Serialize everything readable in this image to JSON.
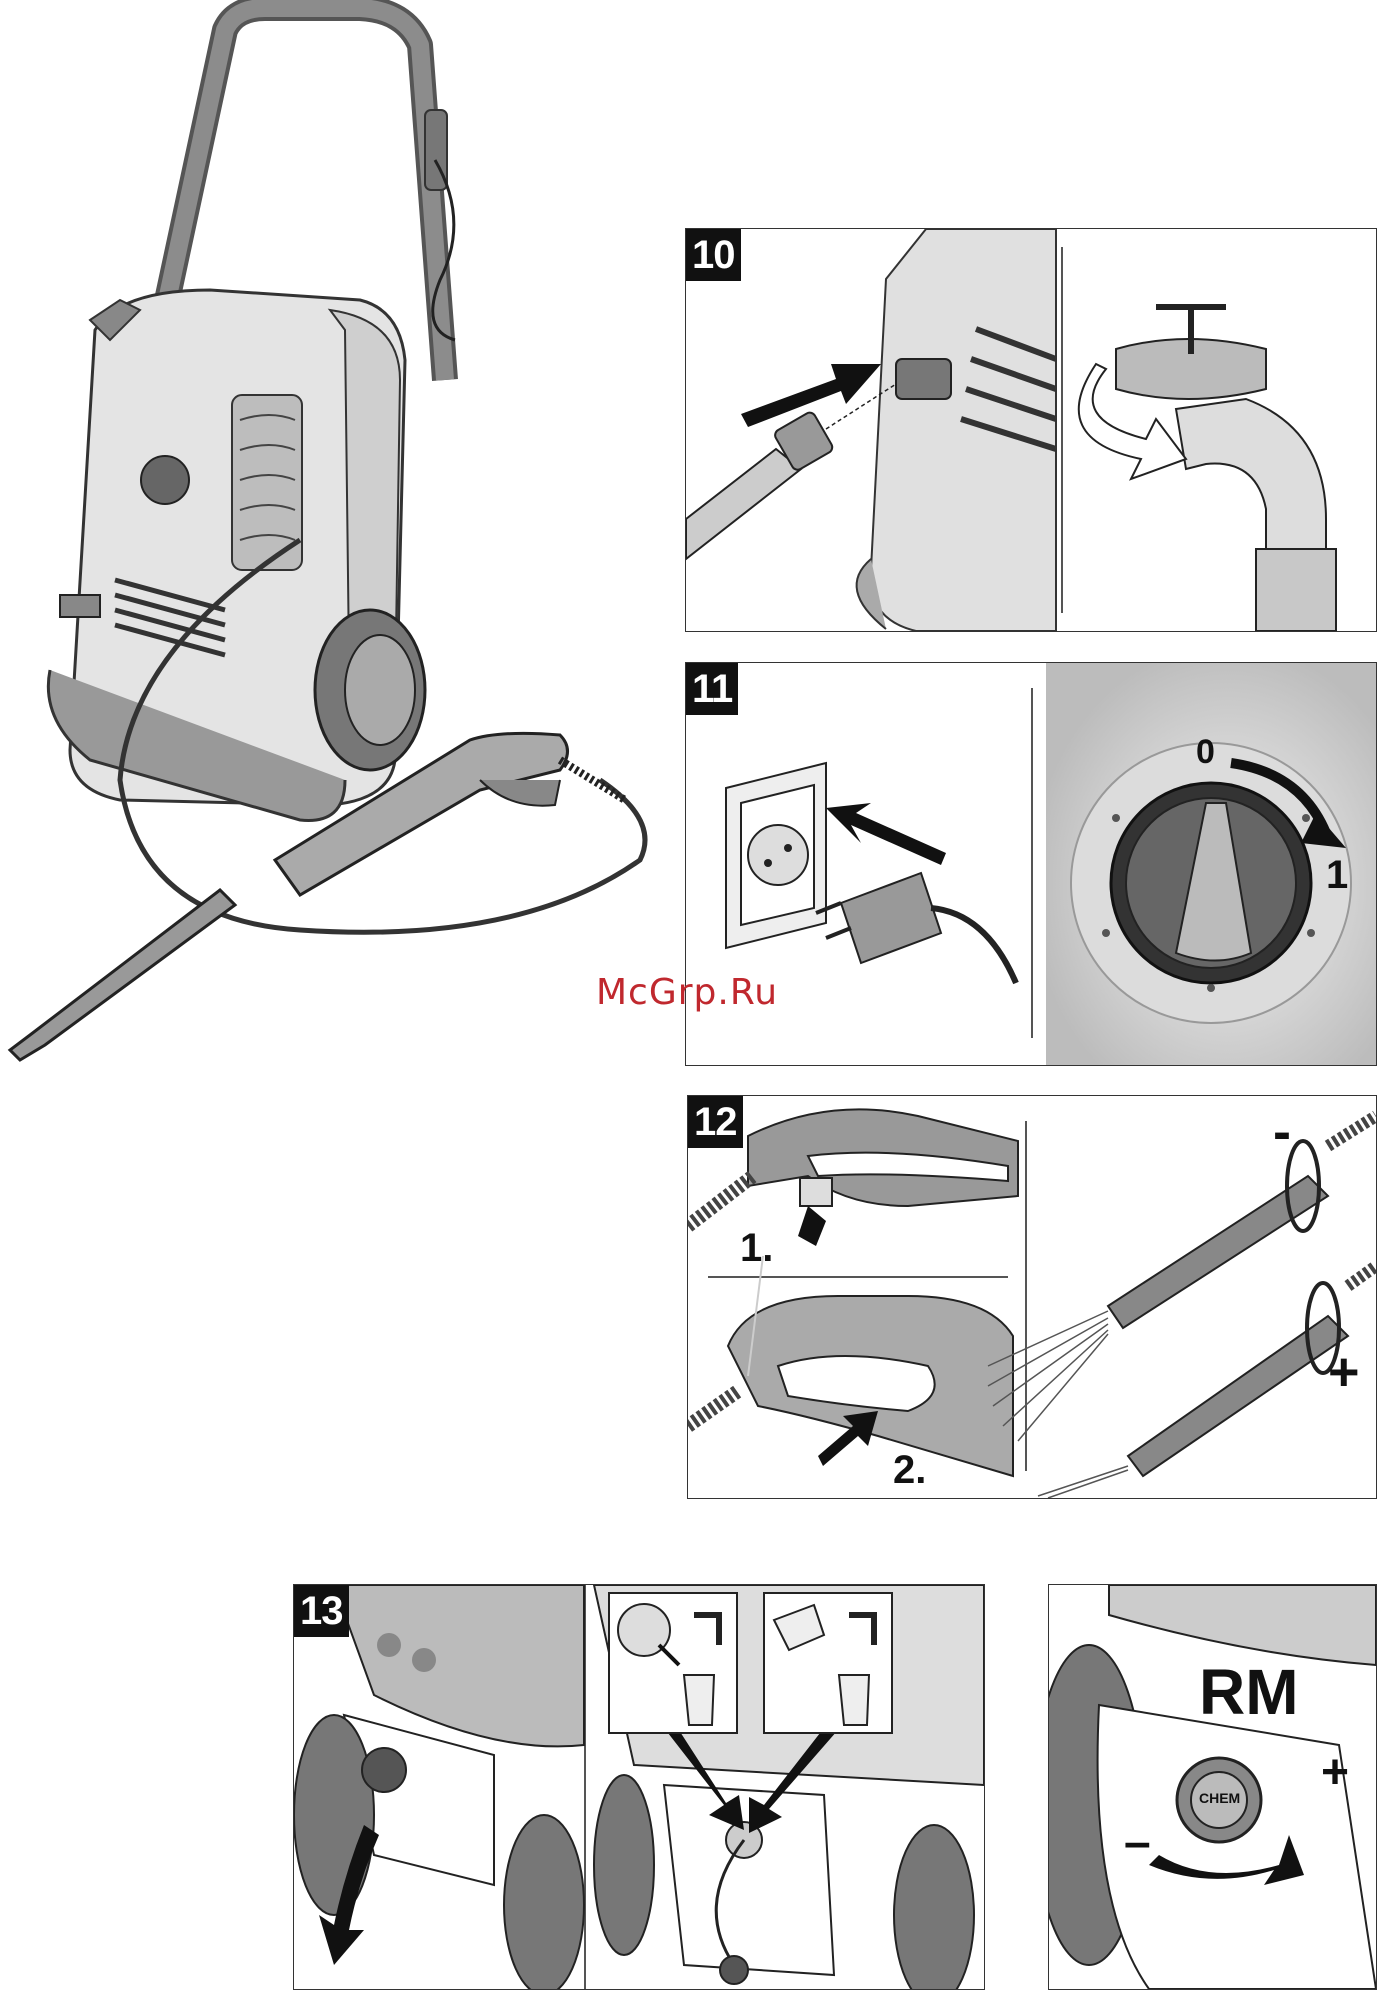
{
  "watermark": "McGrp.Ru",
  "figures": {
    "fig10": {
      "number": "10"
    },
    "fig11": {
      "number": "11",
      "dial_off": "0",
      "dial_on": "1"
    },
    "fig12": {
      "number": "12",
      "step1": "1.",
      "step2": "2.",
      "minus": "-",
      "plus": "+"
    },
    "fig13": {
      "number": "13",
      "rm_label": "RM",
      "chem_label": "CHEM",
      "minus": "–",
      "plus": "+"
    }
  },
  "icons": [
    "pressure-washer-illustration",
    "hose-connector-icon",
    "water-tap-icon",
    "power-socket-icon",
    "power-plug-icon",
    "rotary-dial-icon",
    "spray-gun-icon",
    "nozzle-icon",
    "detergent-tank-icon",
    "chem-cap-icon"
  ],
  "colors": {
    "panel_border": "#333333",
    "number_bg": "#111111",
    "watermark": "#c0282e",
    "gray_fill": "#9a9a9a",
    "light_fill": "#e4e4e4"
  }
}
